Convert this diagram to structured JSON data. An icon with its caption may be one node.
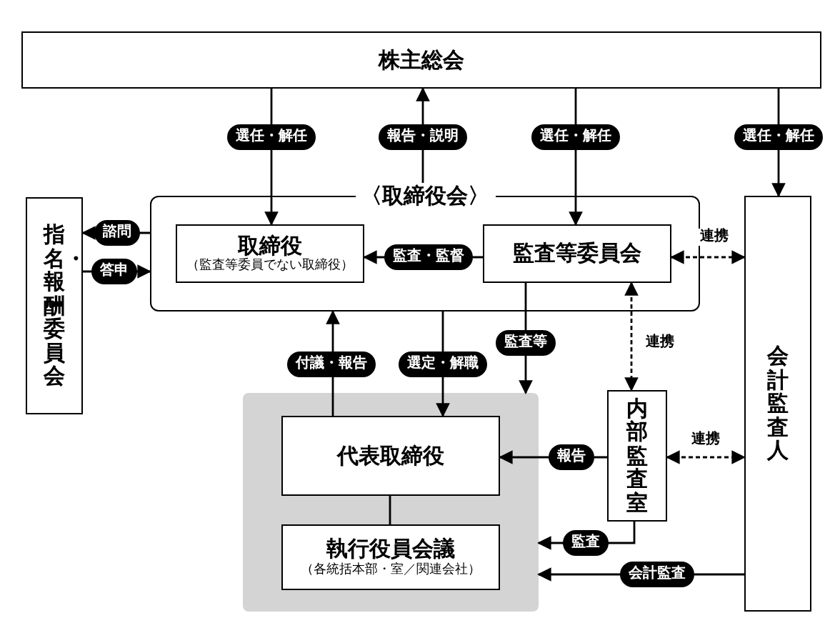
{
  "diagram": {
    "nodes": [
      {
        "text": [
          "株主総会"
        ]
      },
      {
        "text": [
          "〈取締役会〉"
        ]
      },
      {
        "text": [
          "取締役",
          "（監査等委員でない取締役）"
        ],
        "in": 1
      },
      {
        "text": [
          "監査等委員会"
        ],
        "in": 1
      },
      {
        "text": [
          "指名・報酬委員会"
        ]
      },
      {
        "text": [
          "会計監査人"
        ]
      },
      {
        "text": [],
        "shape": "box"
      },
      {
        "text": [
          "代表取締役"
        ],
        "in": 6
      },
      {
        "text": [
          "執行役員会議",
          "（各統括本部・室／関連会社）"
        ],
        "in": 6
      },
      {
        "text": [
          "内部監査室"
        ]
      }
    ],
    "edges": [
      {
        "from": 0,
        "to": 2,
        "arrow": "to",
        "label": "選任・解任"
      },
      {
        "from": 1,
        "to": 0,
        "arrow": "to",
        "label": "報告・説明"
      },
      {
        "from": 0,
        "to": 3,
        "arrow": "to",
        "label": "選任・解任"
      },
      {
        "from": 0,
        "to": 5,
        "arrow": "to",
        "label": "選任・解任"
      },
      {
        "from": 1,
        "to": 4,
        "arrow": "to",
        "label": "諮問"
      },
      {
        "from": 4,
        "to": 1,
        "arrow": "to",
        "label": "答申"
      },
      {
        "from": 3,
        "to": 2,
        "arrow": "to",
        "label": "監査・監督"
      },
      {
        "from": 3,
        "to": 5,
        "arrow": "both",
        "label": "連携",
        "style": "dashed"
      },
      {
        "from": 7,
        "to": 1,
        "arrow": "to",
        "label": "付議・報告"
      },
      {
        "from": 1,
        "to": 7,
        "arrow": "to",
        "label": "選定・解職"
      },
      {
        "from": 3,
        "to": 6,
        "arrow": "to",
        "label": "監査等"
      },
      {
        "from": 3,
        "to": 9,
        "arrow": "both",
        "label": "連携",
        "style": "dashed"
      },
      {
        "from": 9,
        "to": 7,
        "arrow": "to",
        "label": "報告"
      },
      {
        "from": 9,
        "to": 5,
        "arrow": "both",
        "label": "連携",
        "style": "dashed"
      },
      {
        "from": 9,
        "to": 6,
        "arrow": "to",
        "label": "監査"
      },
      {
        "from": 5,
        "to": 6,
        "arrow": "to",
        "label": "会計監査"
      },
      {
        "from": 7,
        "to": 8,
        "arrow": "none"
      }
    ]
  }
}
